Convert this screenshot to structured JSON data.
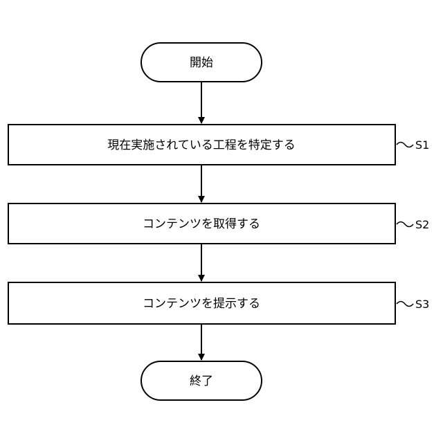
{
  "flowchart": {
    "start": {
      "label": "開始"
    },
    "steps": [
      {
        "label": "現在実施されている工程を特定する",
        "step_id": "S1"
      },
      {
        "label": "コンテンツを取得する",
        "step_id": "S2"
      },
      {
        "label": "コンテンツを提示する",
        "step_id": "S3"
      }
    ],
    "end": {
      "label": "終了"
    }
  }
}
